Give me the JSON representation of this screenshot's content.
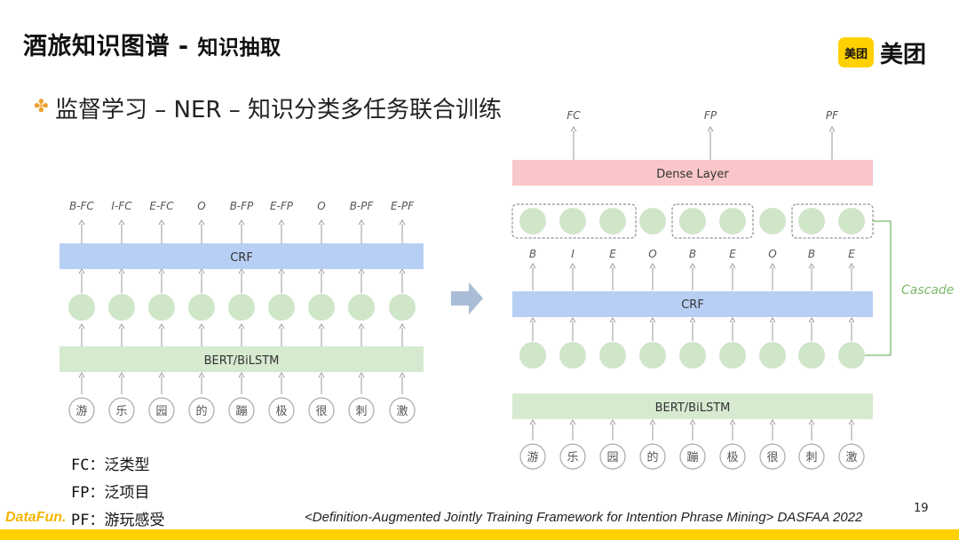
{
  "header": {
    "title": "酒旅知识图谱 - ",
    "subtitle": "知识抽取",
    "logo_icon_text": "美团",
    "logo_text": "美团"
  },
  "bullet": {
    "icon": "sparkle-icon",
    "text": "监督学习 – NER – 知识分类多任务联合训练"
  },
  "left_diagram": {
    "tags": [
      "B-FC",
      "I-FC",
      "E-FC",
      "O",
      "B-FP",
      "E-FP",
      "O",
      "B-PF",
      "E-PF"
    ],
    "crf_label": "CRF",
    "encoder_label": "BERT/BiLSTM",
    "chars": [
      "游",
      "乐",
      "园",
      "的",
      "蹦",
      "极",
      "很",
      "刺",
      "激"
    ]
  },
  "right_diagram": {
    "outputs": [
      "FC",
      "FP",
      "PF"
    ],
    "dense_label": "Dense Layer",
    "tags": [
      "B",
      "I",
      "E",
      "O",
      "B",
      "E",
      "O",
      "B",
      "E"
    ],
    "crf_label": "CRF",
    "encoder_label": "BERT/BiLSTM",
    "cascade_label": "Cascade",
    "chars": [
      "游",
      "乐",
      "园",
      "的",
      "蹦",
      "极",
      "很",
      "刺",
      "激"
    ]
  },
  "legend": [
    "FC：泛类型",
    "FP：泛项目",
    "PF：游玩感受"
  ],
  "citation": "<Definition-Augmented Jointly Training Framework for Intention Phrase Mining> DASFAA 2022",
  "page_number": "19",
  "brand": "DataFun.",
  "colors": {
    "crf_blue": "#b8cff5",
    "encoder_green": "#d6ead0",
    "node_green": "#cfe6c8",
    "dense_pink": "#f9c6c9",
    "cascade_green": "#7cb96a",
    "footer_yellow": "#ffd100",
    "arrow_blue": "#a9bdd6"
  }
}
